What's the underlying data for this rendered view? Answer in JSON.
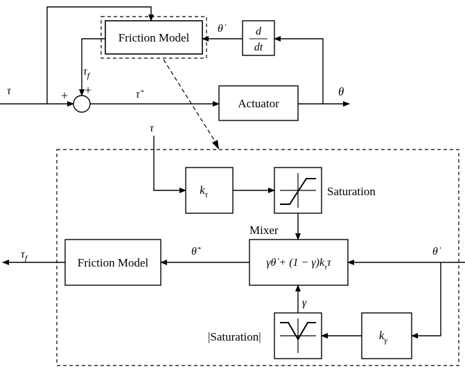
{
  "top": {
    "friction_model_label": "Friction Model",
    "derivative_numerator": "d",
    "derivative_denominator": "dt",
    "actuator_label": "Actuator",
    "input_label": "τ",
    "friction_torque_label": "τ",
    "friction_torque_sub": "f",
    "plus_left": "+",
    "plus_top": "+",
    "sum_output_label": "τ̃",
    "output_label": "θ",
    "velocity_label": "θ̇"
  },
  "detail": {
    "input_label": "τ",
    "gain_k_tau": "k",
    "gain_k_tau_sub": "τ",
    "saturation_label": "Saturation",
    "mixer_label": "Mixer",
    "mixer_formula": "γθ̇ + (1 − γ)k",
    "mixer_formula_sub": "τ",
    "mixer_formula_tail": "τ",
    "friction_model_label": "Friction Model",
    "mixed_velocity_label": "θ̇̃",
    "output_label": "τ",
    "output_label_sub": "f",
    "velocity_input_label": "θ̇",
    "gamma_label": "γ",
    "abs_saturation_label": "|Saturation|",
    "gain_k_gamma": "k",
    "gain_k_gamma_sub": "γ"
  }
}
